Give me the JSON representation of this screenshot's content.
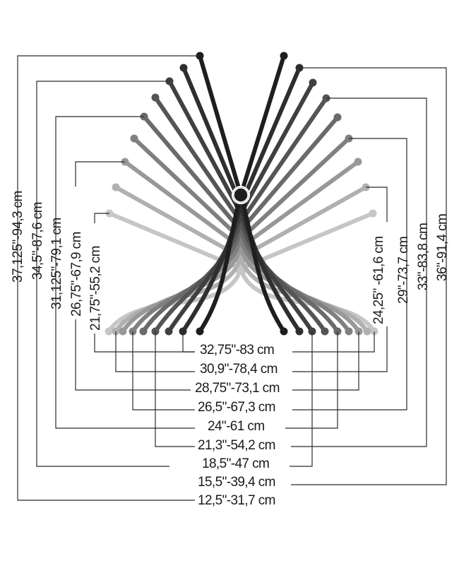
{
  "bottom_labels": [
    "32,75\"-83 cm",
    "30,9\"-78,4 cm",
    "28,75\"-73,1 cm",
    "26,5\"-67,3 cm",
    "24\"-61 cm",
    "21,3\"-54,2 cm",
    "18,5\"-47 cm",
    "15,5\"-39,4 cm",
    "12,5\"-31,7 cm"
  ],
  "left_labels": [
    "37,125\"-94,3 cm",
    "34,5\"-87,6 cm",
    "31,125\"-79,1 cm",
    "26,75\"-67,9 cm",
    "21,75\"-55,2 cm"
  ],
  "right_labels": [
    "24,25\" -61,6 cm",
    "29\"-73,7 cm",
    "33\"-83,8 cm",
    "36\"-91,4 cm"
  ],
  "legs": [
    {
      "shade": "#1e1e1e"
    },
    {
      "shade": "#2e2e2e"
    },
    {
      "shade": "#404040"
    },
    {
      "shade": "#555555"
    },
    {
      "shade": "#6a6a6a"
    },
    {
      "shade": "#808080"
    },
    {
      "shade": "#989898"
    },
    {
      "shade": "#b0b0b0"
    },
    {
      "shade": "#c6c6c6"
    }
  ]
}
